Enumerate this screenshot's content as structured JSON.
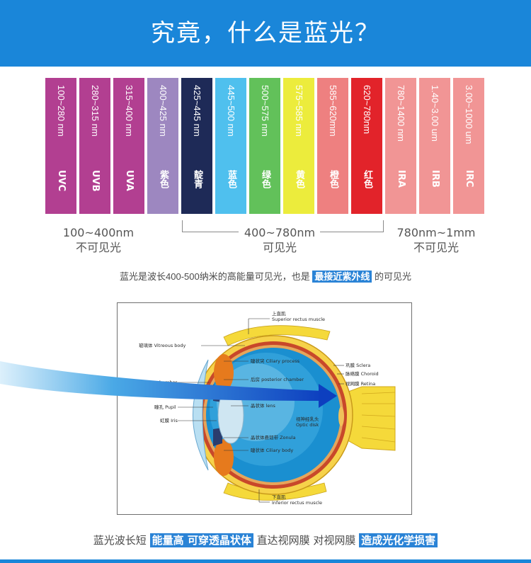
{
  "banner": {
    "title": "究竟，什么是蓝光？"
  },
  "spectrum": [
    {
      "range": "100~280 nm",
      "name": "UVC",
      "color": "#b23f91"
    },
    {
      "range": "280~315 nm",
      "name": "UVB",
      "color": "#b23f91"
    },
    {
      "range": "315~400 nm",
      "name": "UVA",
      "color": "#b23f91"
    },
    {
      "range": "400~425 nm",
      "name": "紫色",
      "color": "#9d87c0"
    },
    {
      "range": "425~445 nm",
      "name": "靛青",
      "color": "#1e2a57"
    },
    {
      "range": "445~500 nm",
      "name": "蓝色",
      "color": "#4fc0ee"
    },
    {
      "range": "500~575 nm",
      "name": "绿色",
      "color": "#62c15a"
    },
    {
      "range": "575~585 nm",
      "name": "黄色",
      "color": "#ecec3c"
    },
    {
      "range": "585~620mm",
      "name": "橙色",
      "color": "#ee8080"
    },
    {
      "range": "620~780nm",
      "name": "红色",
      "color": "#e2232a"
    },
    {
      "range": "780~1400 nm",
      "name": "IRA",
      "color": "#f19595"
    },
    {
      "range": "1.40~3.00 um",
      "name": "IRB",
      "color": "#f19595"
    },
    {
      "range": "3.00~1000 um",
      "name": "IRC",
      "color": "#f19595"
    }
  ],
  "groups": {
    "uv": {
      "range": "100~400nm",
      "label": "不可见光"
    },
    "visible": {
      "range": "400~780nm",
      "label": "可见光"
    },
    "ir": {
      "range": "780nm~1mm",
      "label": "不可见光"
    }
  },
  "caption1": {
    "before": "蓝光是波长400-500纳米的高能量可见光，也是",
    "highlight": "最接近紫外线",
    "after": "的可见光"
  },
  "eye_labels": {
    "superior_rectus": "上直肌",
    "superior_rectus_en": "Superior rectus muscle",
    "vitreous": "玻璃体 Vitreous body",
    "ciliary_process": "睫状突 Ciliary process",
    "posterior_chamber": "后房 posterior chamber",
    "anterior_chamber": "前房 Anterior chamber",
    "lens": "晶状体 lens",
    "pupil": "瞳孔 Pupil",
    "iris": "虹膜 Iris",
    "optic_disk": "视神经乳头",
    "optic_disk_en": "Optic disk",
    "zonula": "晶状体悬韧带 Zonula",
    "ciliary_body": "睫状体 Ciliary body",
    "sclera": "巩膜 Sclera",
    "choroid": "脉络膜 Choroid",
    "retina": "视网膜 Retina",
    "inferior_rectus": "下直肌",
    "inferior_rectus_en": "Inferior rectus muscle"
  },
  "caption2": {
    "part1": "蓝光波长短",
    "hl1": "能量高 可穿透晶状体",
    "part2": "直达视网膜 对视网膜",
    "hl2": "造成光化学损害"
  },
  "colors": {
    "brand_blue": "#1a86d9",
    "highlight_blue": "#2a83d6"
  }
}
